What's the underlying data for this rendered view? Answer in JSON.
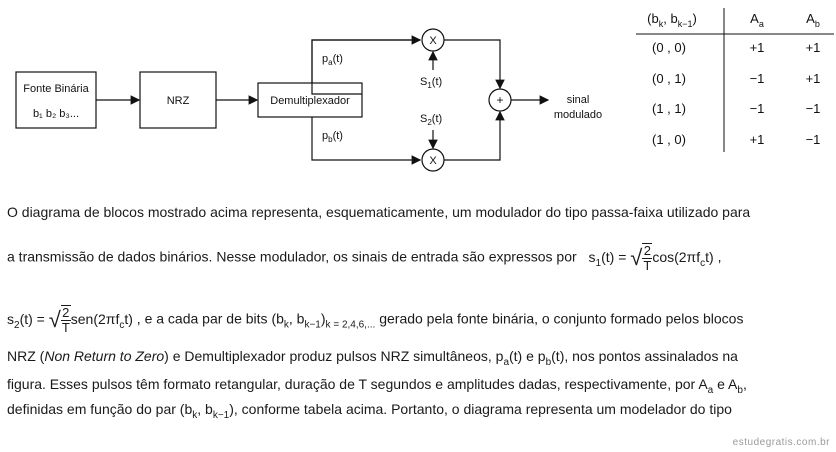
{
  "blocks": {
    "source_label": "Fonte Binária",
    "source_bits": "b₁ b₂ b₃...",
    "nrz": "NRZ",
    "demux": "Demultiplexador",
    "pa": "p",
    "pa_sub": "a",
    "pa_arg": "(t)",
    "pb": "p",
    "pb_sub": "b",
    "pb_arg": "(t)",
    "s1": "S",
    "s1_sub": "1",
    "s1_arg": "(t)",
    "s2": "S",
    "s2_sub": "2",
    "s2_arg": "(t)",
    "mult": "X",
    "sum": "+",
    "out1": "sinal",
    "out2": "modulado"
  },
  "table": {
    "col1": "(bk, bk−1)",
    "col2": "Aa",
    "col3": "Ab",
    "rows": [
      {
        "pair": "(0 , 0)",
        "aa": "+1",
        "ab": "+1"
      },
      {
        "pair": "(0 , 1)",
        "aa": "−1",
        "ab": "+1"
      },
      {
        "pair": "(1 , 1)",
        "aa": "−1",
        "ab": "−1"
      },
      {
        "pair": "(1 , 0)",
        "aa": "+1",
        "ab": "−1"
      }
    ]
  },
  "text": {
    "line1": "O diagrama de blocos mostrado acima representa, esquematicamente, um modulador do tipo passa-faixa utilizado para",
    "line2": "a transmissão de dados binários. Nesse modulador, os sinais de entrada são expressos por",
    "line3_mid": ", e a cada par de bits (b",
    "line3_end": "gerado pela fonte binária, o conjunto formado pelos blocos",
    "line4_a": "NRZ (",
    "line4_italic": "Non Return to Zero",
    "line4_b": ") e Demultiplexador produz pulsos NRZ simultâneos, p",
    "line4_c": "(t) e p",
    "line4_d": "(t), nos pontos assinalados na",
    "line5_a": "figura. Esses pulsos têm formato retangular, duração de T segundos e amplitudes dadas, respectivamente, por A",
    "line5_b": "e A",
    "line6_a": "definidas em função do par (b",
    "line6_b": "), conforme tabela acima. Portanto, o diagrama representa um modelador do tipo",
    "watermark": "estudegratis.com.br"
  },
  "formula": {
    "s1_lhs": "s",
    "s1_cos": "cos(2πf",
    "s2_lhs": "s",
    "s2_sen": "sen(2πf",
    "two": "2",
    "T": "T",
    "t_close": "t)",
    "eq": "(t) =",
    "sub_c": "c",
    "sub_1": "1",
    "sub_2": "2",
    "sub_k": "k",
    "sub_km1": "k−1",
    "sub_range": "k = 2,4,6,..."
  }
}
